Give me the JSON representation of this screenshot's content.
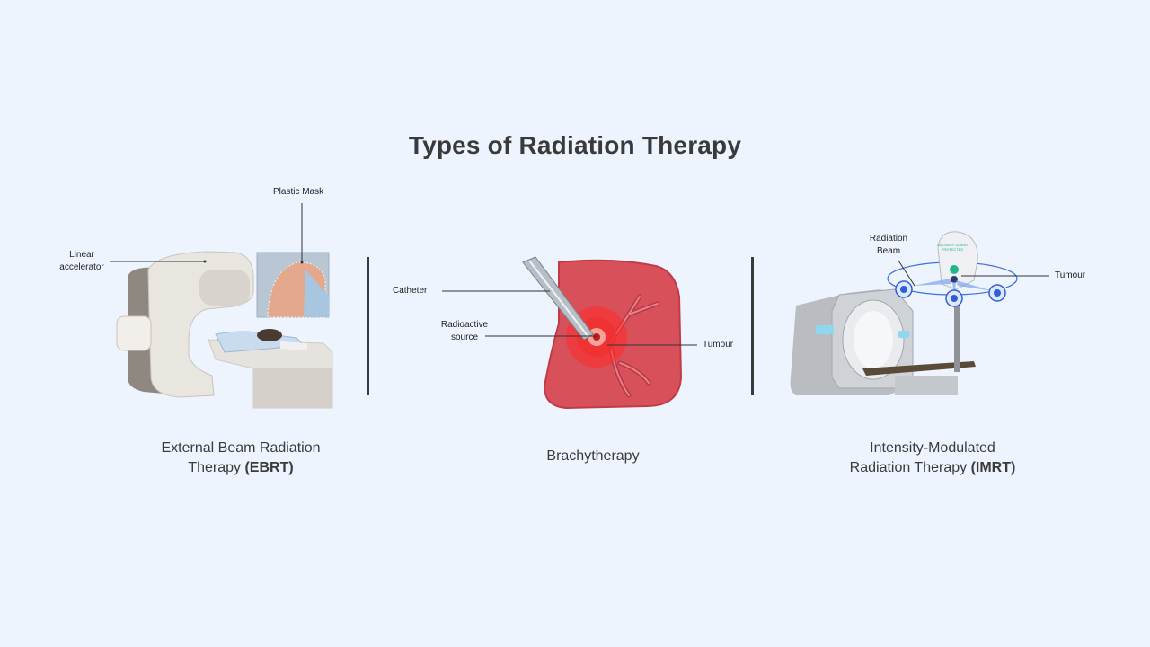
{
  "title": "Types of Radiation Therapy",
  "sections": [
    {
      "caption_line1": "External Beam Radiation",
      "caption_line2_prefix": "Therapy ",
      "caption_bold": "(EBRT)",
      "labels": {
        "linear_accelerator_1": "Linear",
        "linear_accelerator_2": "accelerator",
        "plastic_mask": "Plastic Mask"
      }
    },
    {
      "caption": "Brachytherapy",
      "labels": {
        "catheter": "Catheter",
        "radioactive_source_1": "Radioactive",
        "radioactive_source_2": "source",
        "tumour": "Tumour"
      }
    },
    {
      "caption_line1": "Intensity-Modulated",
      "caption_line2_prefix": "Radiation Therapy ",
      "caption_bold": "(IMRT)",
      "labels": {
        "radiation_beam_1": "Radiation",
        "radiation_beam_2": "Beam",
        "tumour": "Tumour",
        "salivary_gland": "SALIVARY GLAND PROTECTED"
      }
    }
  ],
  "colors": {
    "background": "#eef4fd",
    "divider": "#3a3a3a",
    "tumour_red": "#e8232a",
    "tissue": "#d9505a",
    "beam_blue": "#2f5fd8"
  }
}
